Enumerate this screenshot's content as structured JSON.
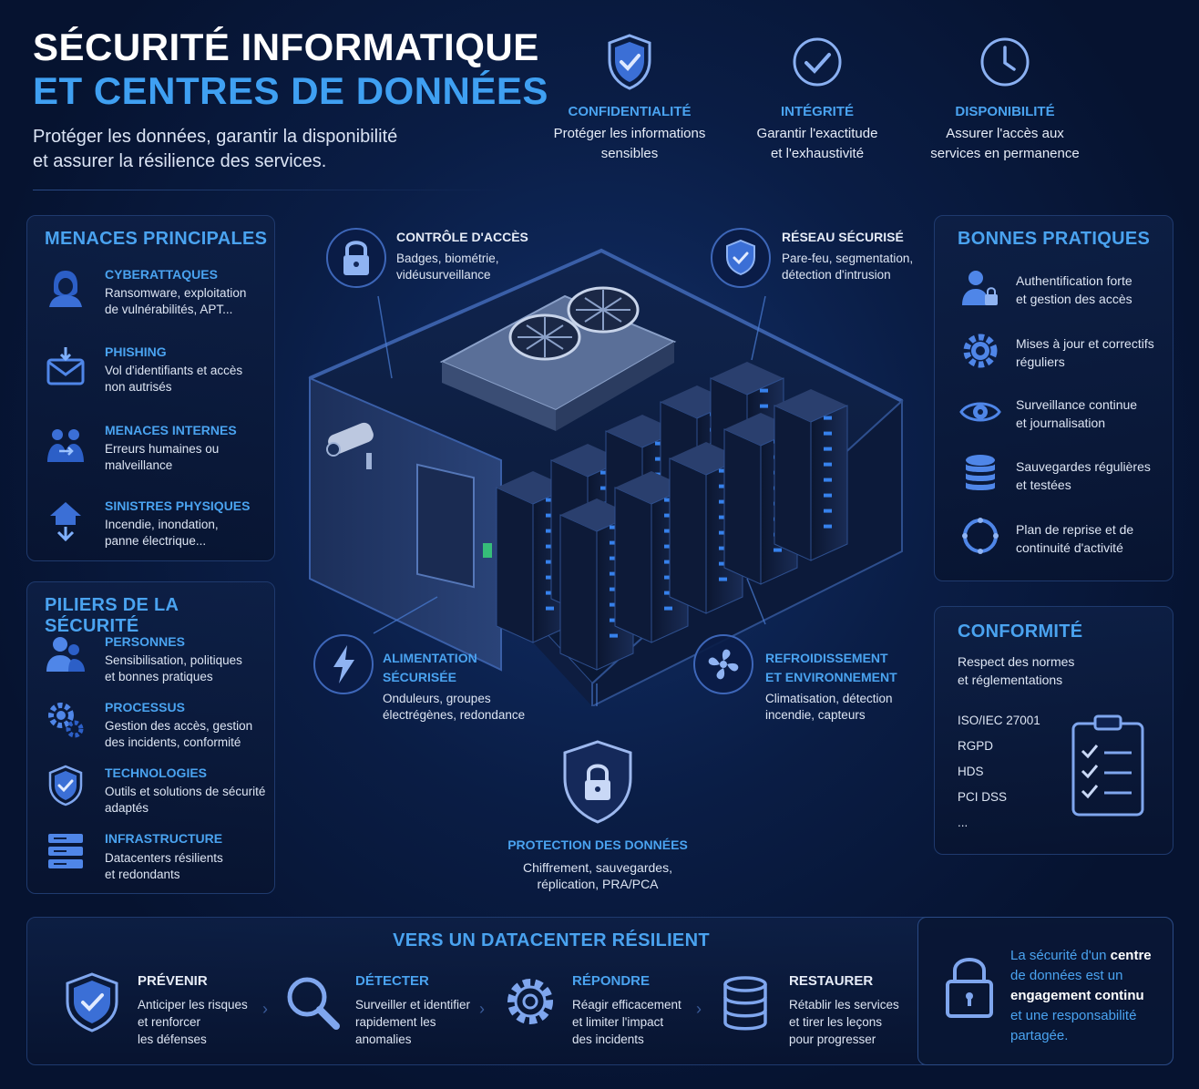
{
  "header": {
    "title_line1": "SÉCURITÉ INFORMATIQUE",
    "title_line2": "ET CENTRES DE DONNÉES",
    "subtitle_line1": "Protéger les données, garantir la disponibilité",
    "subtitle_line2": "et assurer la résilience des services."
  },
  "principles": [
    {
      "icon": "shield-check-icon",
      "title": "CONFIDENTIALITÉ",
      "line1": "Protéger les informations",
      "line2": "sensibles"
    },
    {
      "icon": "check-circle-icon",
      "title": "INTÉGRITÉ",
      "line1": "Garantir l'exactitude",
      "line2": "et l'exhaustivité"
    },
    {
      "icon": "clock-icon",
      "title": "DISPONIBILITÉ",
      "line1": "Assurer l'accès aux",
      "line2": "services en permanence"
    }
  ],
  "threats": {
    "title": "MENACES PRINCIPALES",
    "items": [
      {
        "icon": "hacker-icon",
        "title": "CYBERATTAQUES",
        "line1": "Ransomware, exploitation",
        "line2": "de vulnérabilités, APT..."
      },
      {
        "icon": "phishing-mail-icon",
        "title": "PHISHING",
        "line1": "Vol d'identifiants et accès",
        "line2": "non autrisés"
      },
      {
        "icon": "insider-users-icon",
        "title": "MENACES INTERNES",
        "line1": "Erreurs humaines ou",
        "line2": "malveillance"
      },
      {
        "icon": "disaster-icon",
        "title": "SINISTRES PHYSIQUES",
        "line1": "Incendie, inondation,",
        "line2": "panne électrique..."
      }
    ]
  },
  "pillars": {
    "title": "PILIERS DE LA SÉCURITÉ",
    "items": [
      {
        "icon": "people-icon",
        "title": "PERSONNES",
        "line1": "Sensibilisation, politiques",
        "line2": "et bonnes pratiques"
      },
      {
        "icon": "gears-icon",
        "title": "PROCESSUS",
        "line1": "Gestion des accès, gestion",
        "line2": "des incidents, conformité"
      },
      {
        "icon": "shield-check-icon",
        "title": "TECHNOLOGIES",
        "line1": "Outils et solutions de sécurité",
        "line2": "adaptés"
      },
      {
        "icon": "server-stack-icon",
        "title": "INFRASTRUCTURE",
        "line1": "Datacenters résilients",
        "line2": "et redondants"
      }
    ]
  },
  "center": {
    "access": {
      "title": "CONTRÔLE D'ACCÈS",
      "line1": "Badges, biométrie,",
      "line2": "vidéusurveillance"
    },
    "network": {
      "title": "RÉSEAU SÉCURISÉ",
      "line1": "Pare-feu, segmentation,",
      "line2": "détection d'intrusion"
    },
    "power": {
      "title1": "ALIMENTATION",
      "title2": "SÉCURISÉE",
      "line1": "Onduleurs, groupes",
      "line2": "électrégènes, redondance"
    },
    "cooling": {
      "title1": "REFROIDISSEMENT",
      "title2": "ET ENVIRONNEMENT",
      "line1": "Climatisation, détection",
      "line2": "incendie, capteurs"
    },
    "data": {
      "title": "PROTECTION DES DONNÉES",
      "line1": "Chiffrement, sauvegardes,",
      "line2": "réplication, PRA/PCA"
    }
  },
  "best_practices": {
    "title": "BONNES PRATIQUES",
    "items": [
      {
        "icon": "user-lock-icon",
        "line1": "Authentification forte",
        "line2": "et gestion des accès"
      },
      {
        "icon": "gear-icon",
        "line1": "Mises à jour et correctifs",
        "line2": "réguliers"
      },
      {
        "icon": "eye-icon",
        "line1": "Surveillance continue",
        "line2": "et journalisation"
      },
      {
        "icon": "database-icon",
        "line1": "Sauvegardes régulières",
        "line2": "et testées"
      },
      {
        "icon": "cycle-icon",
        "line1": "Plan de reprise et de",
        "line2": "continuité d'activité"
      }
    ]
  },
  "compliance": {
    "title": "CONFORMITÉ",
    "line1": "Respect des normes",
    "line2": "et réglementations",
    "standards": [
      "ISO/IEC 27001",
      "RGPD",
      "HDS",
      "PCI DSS",
      "..."
    ]
  },
  "footer": {
    "title": "VERS UN DATACENTER RÉSILIENT",
    "steps": [
      {
        "icon": "shield-check-icon",
        "title": "PRÉVENIR",
        "l1": "Anticiper les risques",
        "l2": "et renforcer",
        "l3": "les défenses"
      },
      {
        "icon": "magnifier-icon",
        "title": "DÉTECTER",
        "l1": "Surveiller et identifier",
        "l2": "rapidement les",
        "l3": "anomalies"
      },
      {
        "icon": "gear-icon",
        "title": "RÉPONDRE",
        "l1": "Réagir efficacement",
        "l2": "et limiter l'impact",
        "l3": "des incidents"
      },
      {
        "icon": "database-icon",
        "title": "RESTAURER",
        "l1": "Rétablir les services",
        "l2": "et tirer les leçons",
        "l3": "pour progresser"
      }
    ],
    "quote": {
      "p1": "La sécurité d'un ",
      "b1": "centre",
      "p2": "de données est un",
      "b2": "engagement continu",
      "p3": "et une responsabilité",
      "p4": "partagée."
    }
  },
  "colors": {
    "accent": "#4aa3f0",
    "background": "#061330",
    "panel_border": "#1f3a6e",
    "icon_fill": "#3b6fd6"
  }
}
